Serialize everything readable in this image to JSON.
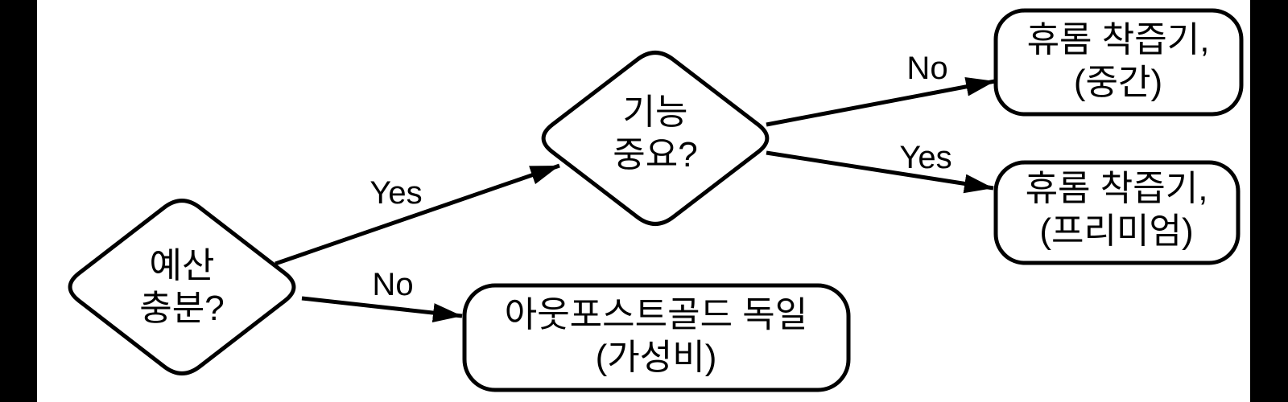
{
  "canvas": {
    "background": "#ffffff",
    "side_bar_color": "#000000",
    "stroke_color": "#000000",
    "text_color": "#000000"
  },
  "nodes": {
    "budget": {
      "type": "decision-diamond",
      "line1": "예산",
      "line2": "충분?"
    },
    "features": {
      "type": "decision-diamond",
      "line1": "기능",
      "line2": "중요?"
    },
    "outpost": {
      "type": "result-box",
      "line1": "아웃포스트골드 독일",
      "line2": "(가성비)"
    },
    "hurom_mid": {
      "type": "result-box",
      "line1": "휴롬 착즙기,",
      "line2": "(중간)"
    },
    "hurom_premium": {
      "type": "result-box",
      "line1": "휴롬 착즙기,",
      "line2": "(프리미엄)"
    }
  },
  "edges": {
    "budget_to_features": {
      "label": "Yes"
    },
    "budget_to_outpost": {
      "label": "No"
    },
    "features_to_hurom_mid": {
      "label": "No"
    },
    "features_to_hurom_premium": {
      "label": "Yes"
    }
  }
}
